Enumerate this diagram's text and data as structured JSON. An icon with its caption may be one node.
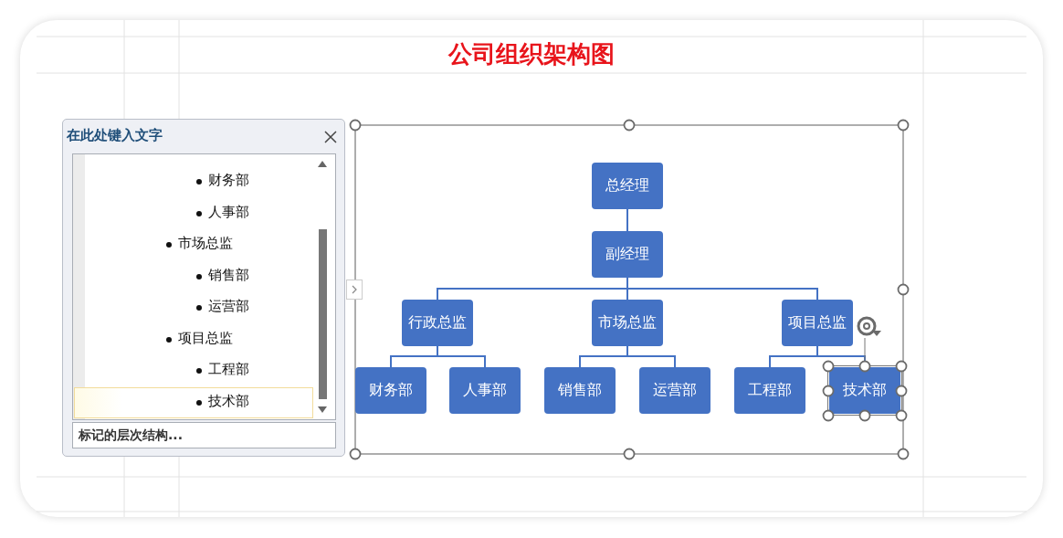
{
  "diagram": {
    "title": "公司组织架构图",
    "nodes": [
      {
        "text": [
          "总经理"
        ]
      },
      {
        "text": [
          "副经理"
        ]
      },
      {
        "text": [
          "行政总监"
        ]
      },
      {
        "text": [
          "市场总监"
        ]
      },
      {
        "text": [
          "项目总监"
        ]
      },
      {
        "text": [
          "财务部"
        ]
      },
      {
        "text": [
          "人事部"
        ]
      },
      {
        "text": [
          "销售部"
        ]
      },
      {
        "text": [
          "运营部"
        ]
      },
      {
        "text": [
          "工程部"
        ]
      },
      {
        "text": [
          "技术部"
        ]
      }
    ],
    "edges": [
      {
        "from": 0,
        "to": 1,
        "arrow": "none"
      },
      {
        "from": 1,
        "to": 2,
        "arrow": "none"
      },
      {
        "from": 1,
        "to": 3,
        "arrow": "none"
      },
      {
        "from": 1,
        "to": 4,
        "arrow": "none"
      },
      {
        "from": 2,
        "to": 5,
        "arrow": "none"
      },
      {
        "from": 2,
        "to": 6,
        "arrow": "none"
      },
      {
        "from": 3,
        "to": 7,
        "arrow": "none"
      },
      {
        "from": 3,
        "to": 8,
        "arrow": "none"
      },
      {
        "from": 4,
        "to": 9,
        "arrow": "none"
      },
      {
        "from": 4,
        "to": 10,
        "arrow": "none"
      }
    ],
    "labels": [
      "在此处键入文字",
      "财务部",
      "人事部",
      "市场总监",
      "销售部",
      "运营部",
      "项目总监",
      "工程部",
      "技术部",
      "标记的层次结构..."
    ]
  }
}
